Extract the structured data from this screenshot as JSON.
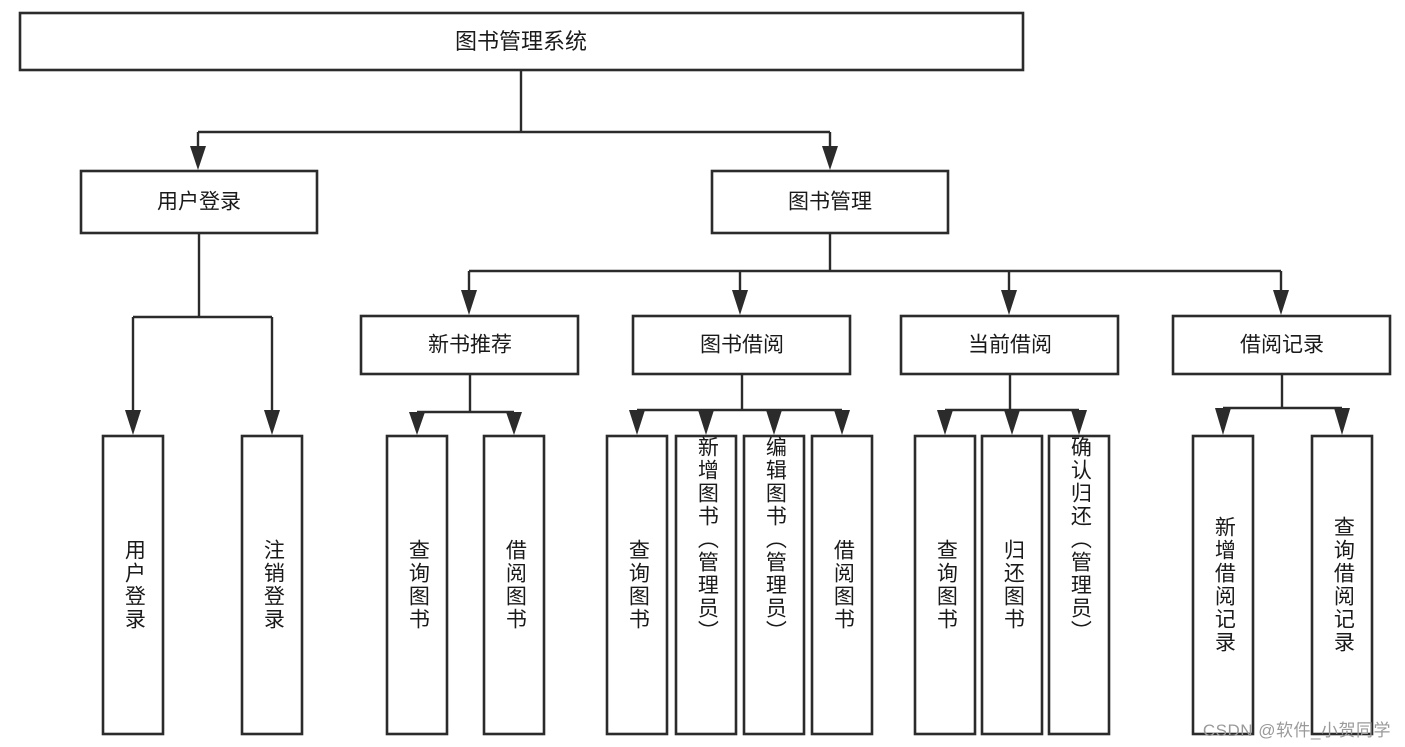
{
  "diagram": {
    "title": "图书管理系统",
    "type": "tree-hierarchy-chart",
    "colors": {
      "box_stroke": "#2b2b2b",
      "box_fill": "#ffffff",
      "text": "#1a1a1a",
      "background": "#ffffff",
      "watermark": "#9a9a9a"
    },
    "root": {
      "label": "图书管理系统"
    },
    "level2": [
      {
        "label": "用户登录"
      },
      {
        "label": "图书管理"
      }
    ],
    "level3": [
      {
        "label": "新书推荐"
      },
      {
        "label": "图书借阅"
      },
      {
        "label": "当前借阅"
      },
      {
        "label": "借阅记录"
      }
    ],
    "leaves": {
      "user_login": [
        {
          "label": "用户登录"
        },
        {
          "label": "注销登录"
        }
      ],
      "new_book_recommend": [
        {
          "label": "查询图书"
        },
        {
          "label": "借阅图书"
        }
      ],
      "book_borrow": [
        {
          "label": "查询图书"
        },
        {
          "label": "新增图书（管理员）"
        },
        {
          "label": "编辑图书（管理员）"
        },
        {
          "label": "借阅图书"
        }
      ],
      "current_borrow": [
        {
          "label": "查询图书"
        },
        {
          "label": "归还图书"
        },
        {
          "label": "确认归还（管理员）"
        }
      ],
      "borrow_record": [
        {
          "label": "新增借阅记录"
        },
        {
          "label": "查询借阅记录"
        }
      ]
    }
  },
  "watermark": {
    "text": "CSDN @软件_小贺同学"
  }
}
